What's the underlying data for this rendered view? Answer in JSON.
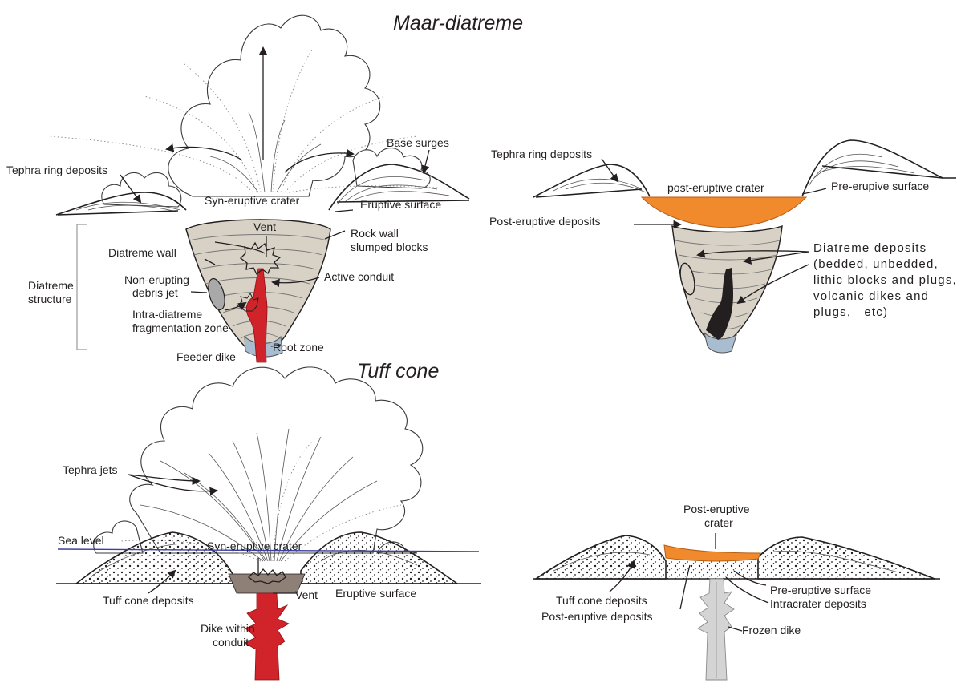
{
  "titles": {
    "maar": "Maar-diatreme",
    "tuff": "Tuff cone"
  },
  "maar_syn": {
    "tephra_ring": "Tephra ring deposits",
    "base_surges": "Base surges",
    "syn_crater": "Syn-eruptive crater",
    "eruptive_surface": "Eruptive surface",
    "vent": "Vent",
    "rock_wall_1": "Rock wall",
    "rock_wall_2": "slumped blocks",
    "diatreme_wall": "Diatreme wall",
    "non_erupting_1": "Non-erupting",
    "non_erupting_2": "debris jet",
    "active_conduit": "Active conduit",
    "structure_1": "Diatreme",
    "structure_2": "structure",
    "intra_1": "Intra-diatreme",
    "intra_2": "fragmentation zone",
    "root_zone": "Root zone",
    "feeder_dike": "Feeder dike"
  },
  "maar_post": {
    "tephra_ring": "Tephra ring deposits",
    "post_crater": "post-eruptive crater",
    "pre_surface": "Pre-erupive surface",
    "post_deposits": "Post-eruptive deposits",
    "diatreme_deposits": [
      "Diatreme deposits",
      "(bedded, unbedded,",
      "lithic blocks and plugs,",
      "volcanic dikes and",
      "plugs,   etc)"
    ]
  },
  "tuff_syn": {
    "tephra_jets": "Tephra jets",
    "sea_level": "Sea level",
    "syn_crater": "Syn-eruptive crater",
    "tuff_deposits": "Tuff cone deposits",
    "vent": "Vent",
    "eruptive_surface": "Eruptive surface",
    "dike_1": "Dike within",
    "dike_2": "conduit"
  },
  "tuff_post": {
    "post_crater_1": "Post-eruptive",
    "post_crater_2": "crater",
    "pre_surface": "Pre-eruptive surface",
    "tuff_deposits": "Tuff cone deposits",
    "intracrater": "Intracrater deposits",
    "post_deposits": "Post-eruptive deposits",
    "frozen_dike": "Frozen dike"
  },
  "colors": {
    "magma": "#d1232a",
    "post_crater_fill": "#f08a2c",
    "diatreme_fill": "#d8d2c6",
    "root_zone": "#a9bdd0",
    "sea_level": "#3b3f9e",
    "frozen_dike": "#d4d4d4",
    "vent_fill": "#8e7f77",
    "dark_plug": "#231f20"
  }
}
